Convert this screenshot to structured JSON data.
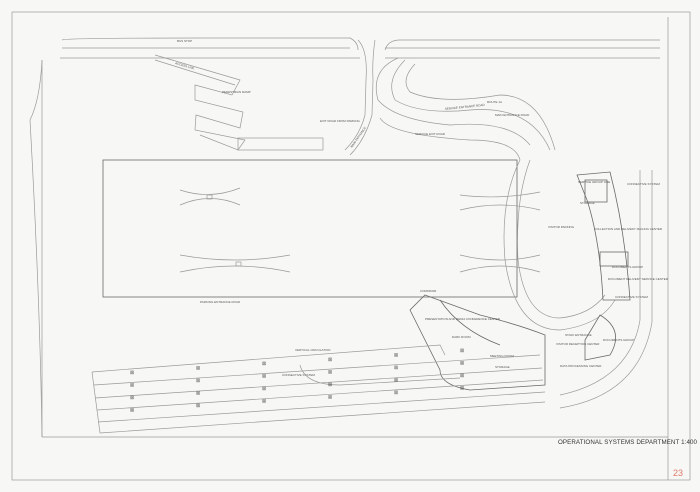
{
  "title": "OPERATIONAL SYSTEMS DEPARTMENT 1:400",
  "sheet_number": "23",
  "labels": {
    "bus_stop": "BUS STOP",
    "access_ramp": "ACCESS LINK",
    "pedestrian_ramp": "PEDESTRIAN RAMP",
    "exit_road": "EXIT ROAD FROM PARKING",
    "main_entrance_road_left": "MAIN ENTRANCE",
    "route": "ROUTE 1A",
    "service_entrance_road": "SERVICE ENTRANCE ROAD",
    "main_entrance_road": "MAIN ENTRANCE ROAD",
    "service_exit_road": "SERVICE EXIT ROAD",
    "service_group": "SERVICE GROUP ONE",
    "storage": "STORAGE",
    "connective_system_top": "CONNECTIVE SYSTEM",
    "visitor_parking": "VISITOR PARKING",
    "collection_delivery": "COLLECTION AND DELIVERY MAILING CENTER",
    "documents_group": "DOCUMENTS GROUP",
    "document_delivery": "DOCUMENT DELIVERY SERVICE CENTER",
    "connective_system_right": "CONNECTIVE SYSTEM",
    "parking_entrance_road": "PARKING ENTRANCE ROAD",
    "corridor": "CORRIDOR",
    "presentation_center": "PRESENTATION AND MEDIA CONFERENCE CENTER",
    "dark_room": "DARK ROOM",
    "staff_entrance": "STAFF ENTRANCE",
    "reception_center": "VISITOR RECEPTION CENTER",
    "documents_group_2": "DOCUMENTS GROUP",
    "meeting_room": "MEETING ROOM",
    "storage_2": "STORAGE",
    "data_processing": "DATA PROCESSING CENTER",
    "vertical_circulation": "VERTICAL CIRCULATION",
    "connective_system_bottom": "CONNECTIVE SYSTEM"
  },
  "colors": {
    "linework": "#9a9a9a",
    "sheet_number": "#e07a6a"
  }
}
